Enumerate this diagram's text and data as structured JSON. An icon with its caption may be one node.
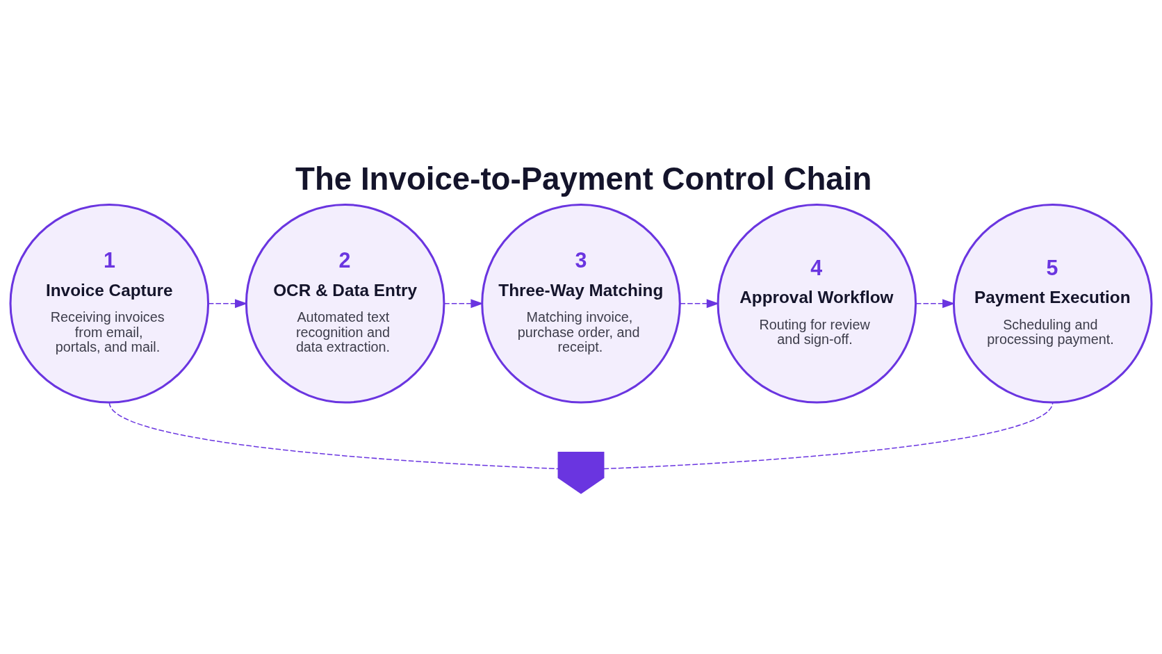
{
  "diagram": {
    "title": "The Invoice-to-Payment Control Chain",
    "nodes": [
      {
        "text": [
          "1",
          "Invoice Capture",
          "Receiving invoices from email, portals, and mail."
        ]
      },
      {
        "text": [
          "2",
          "OCR & Data Entry",
          "Automated text recognition and data extraction."
        ]
      },
      {
        "text": [
          "3",
          "Three-Way Matching",
          "Matching invoice, purchase order, and receipt."
        ]
      },
      {
        "text": [
          "4",
          "Approval Workflow",
          "Routing for review and sign-off."
        ]
      },
      {
        "text": [
          "5",
          "Payment Execution",
          "Scheduling and processing payment."
        ]
      },
      {
        "text": [],
        "shape": "shield"
      }
    ],
    "edges": [
      {
        "from": 0,
        "to": 1,
        "arrow": "to",
        "style": "dashed"
      },
      {
        "from": 1,
        "to": 2,
        "arrow": "to",
        "style": "dashed"
      },
      {
        "from": 2,
        "to": 3,
        "arrow": "to",
        "style": "dashed"
      },
      {
        "from": 3,
        "to": 4,
        "arrow": "to",
        "style": "dashed"
      },
      {
        "from": 0,
        "to": 5,
        "arrow": "none",
        "style": "dashed"
      },
      {
        "from": 5,
        "to": 4,
        "arrow": "none",
        "style": "dashed"
      }
    ]
  }
}
